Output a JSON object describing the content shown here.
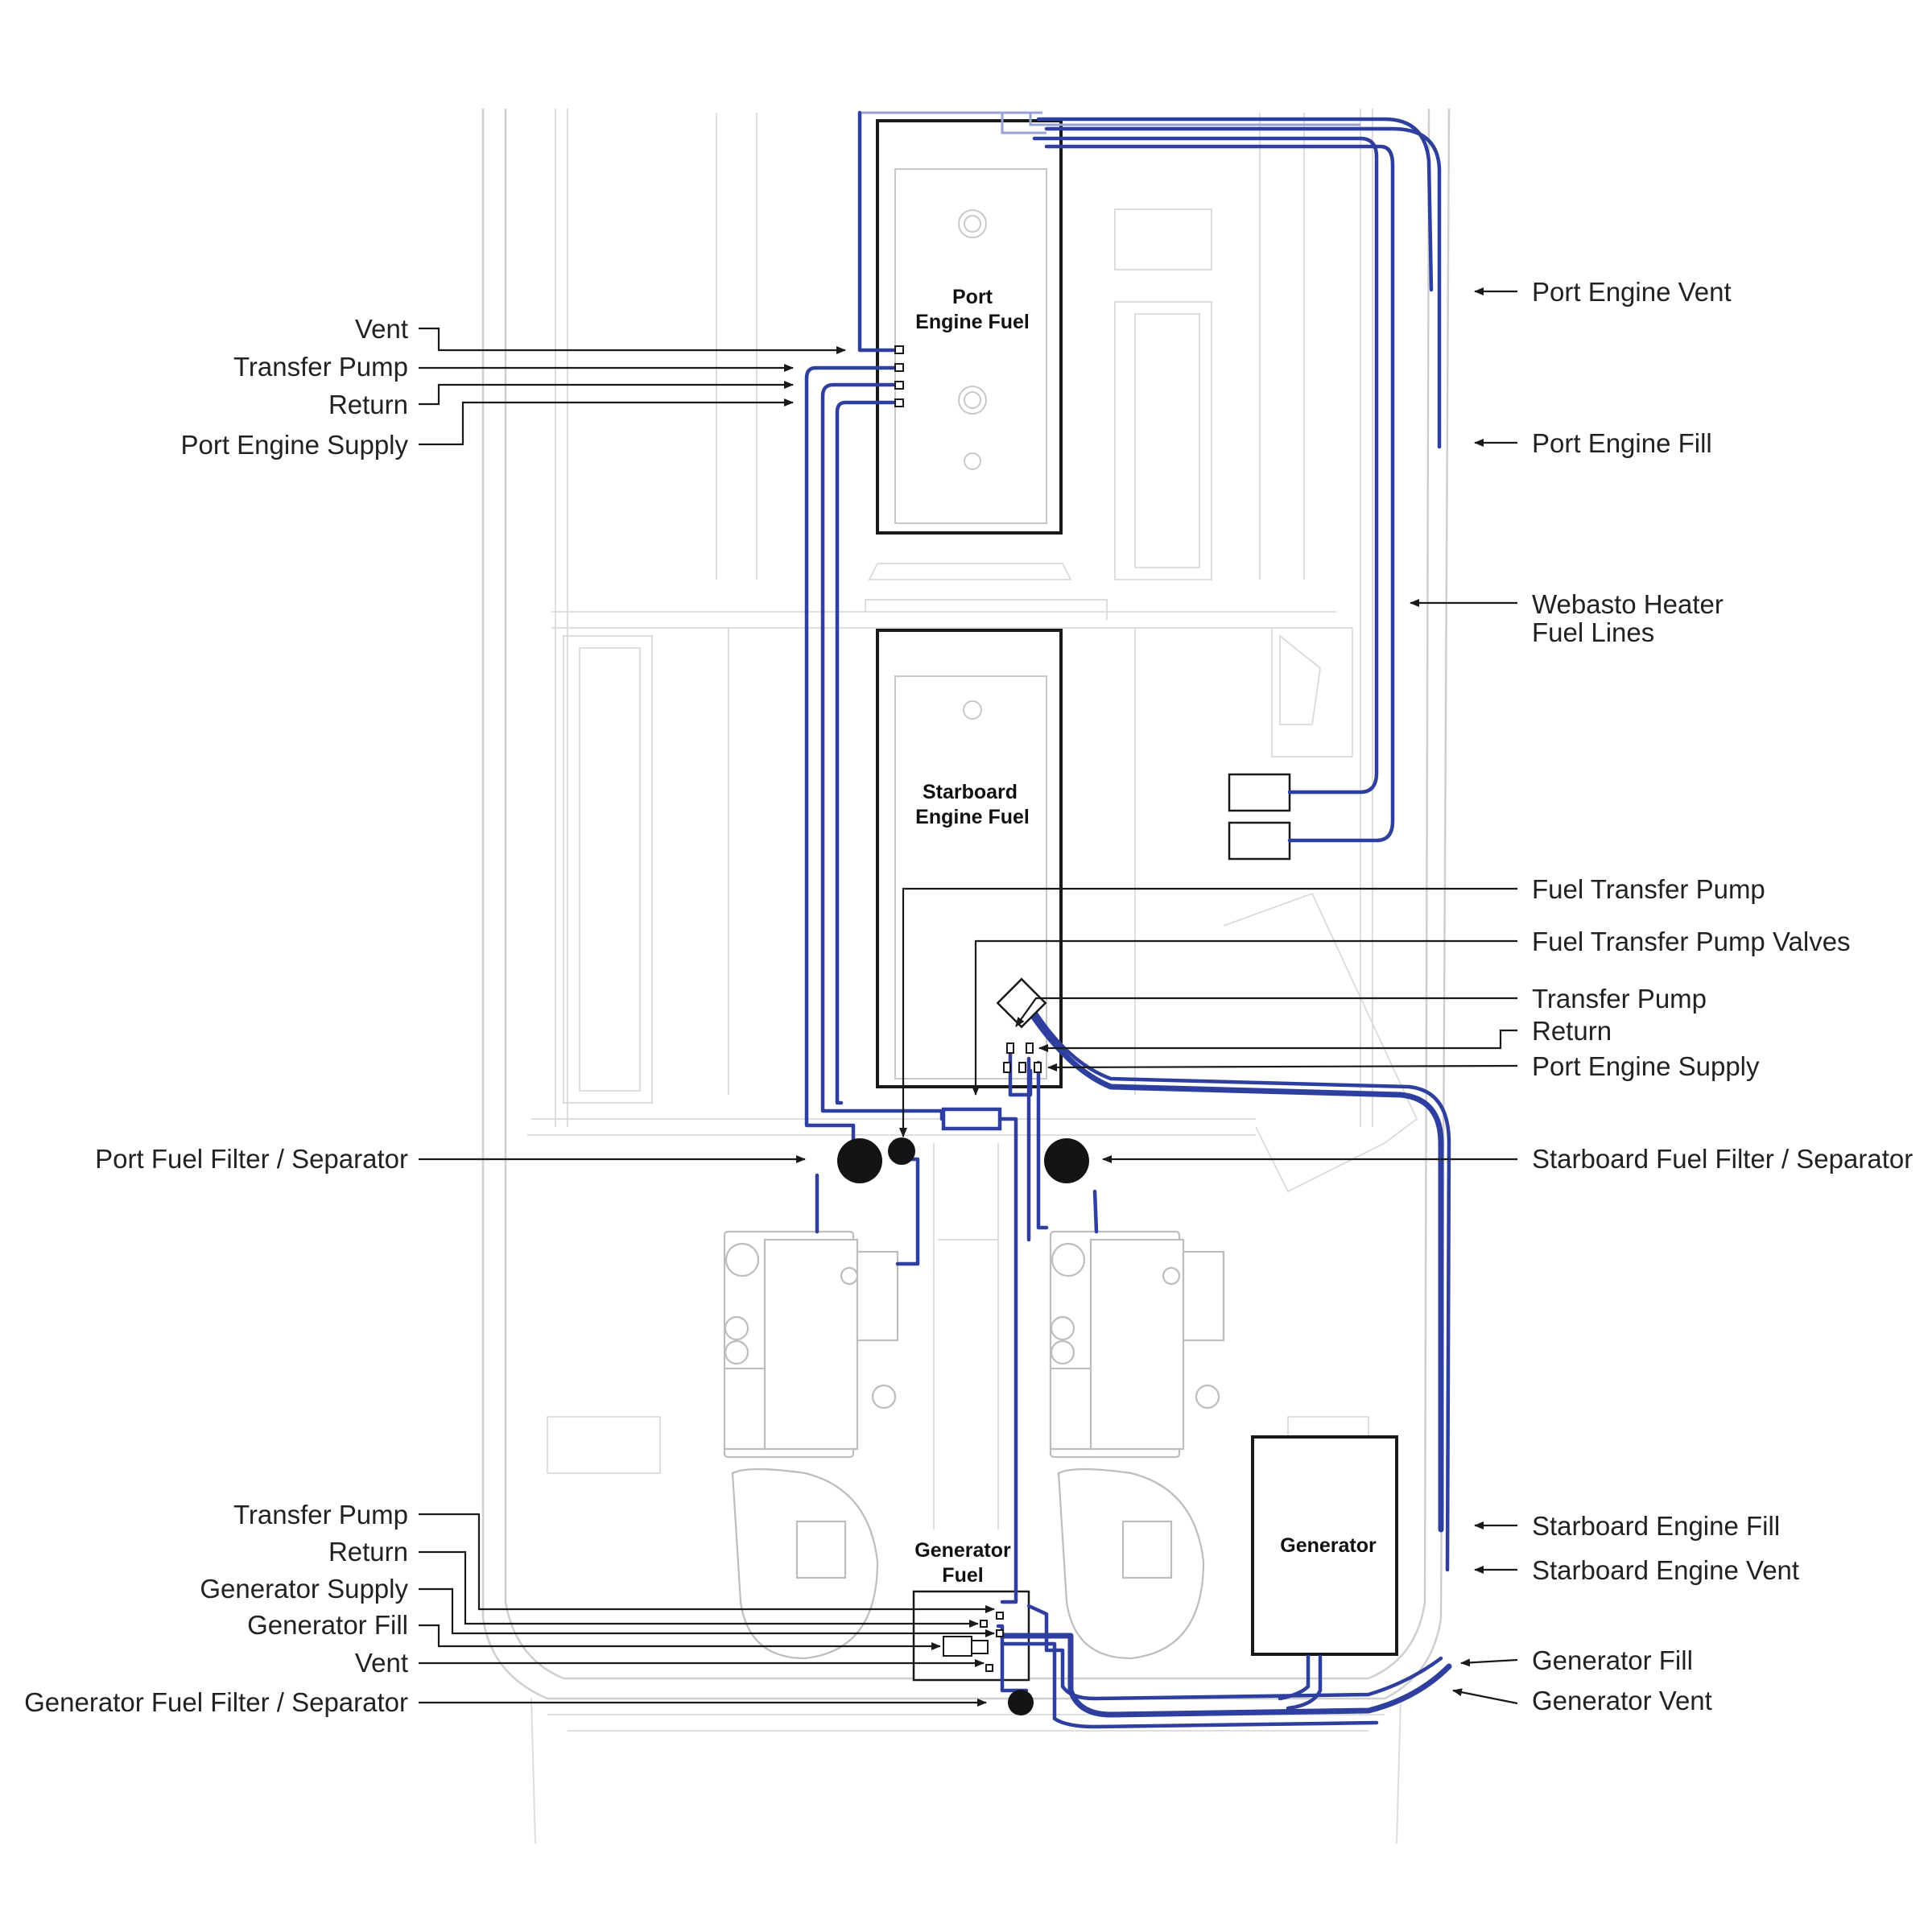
{
  "colors": {
    "fuel_line": "#2f3fa0",
    "hull_outline": "#cfcfcf",
    "leader_line": "#1a1a1a",
    "filter": "#141414"
  },
  "tanks": {
    "port": {
      "line1": "Port",
      "line2": "Engine Fuel"
    },
    "starboard": {
      "line1": "Starboard",
      "line2": "Engine Fuel"
    },
    "generator_fuel": {
      "line1": "Generator",
      "line2": "Fuel"
    },
    "generator": {
      "label": "Generator"
    }
  },
  "labels_left_top": [
    "Vent",
    "Transfer Pump",
    "Return",
    "Port Engine Supply"
  ],
  "label_port_filter": "Port Fuel Filter / Separator",
  "labels_left_bottom": [
    "Transfer Pump",
    "Return",
    "Generator Supply",
    "Generator Fill",
    "Vent",
    "Generator Fuel Filter / Separator"
  ],
  "labels_right": {
    "port_engine_vent": "Port Engine Vent",
    "port_engine_fill": "Port Engine Fill",
    "webasto_1": "Webasto Heater",
    "webasto_2": "Fuel Lines",
    "fuel_transfer_pump": "Fuel Transfer Pump",
    "fuel_transfer_pump_valves": "Fuel Transfer Pump Valves",
    "transfer_pump": "Transfer Pump",
    "return": "Return",
    "port_engine_supply": "Port Engine Supply",
    "starboard_filter": "Starboard Fuel Filter / Separator",
    "starboard_engine_fill": "Starboard Engine Fill",
    "starboard_engine_vent": "Starboard Engine Vent",
    "generator_fill": "Generator Fill",
    "generator_vent": "Generator Vent"
  }
}
